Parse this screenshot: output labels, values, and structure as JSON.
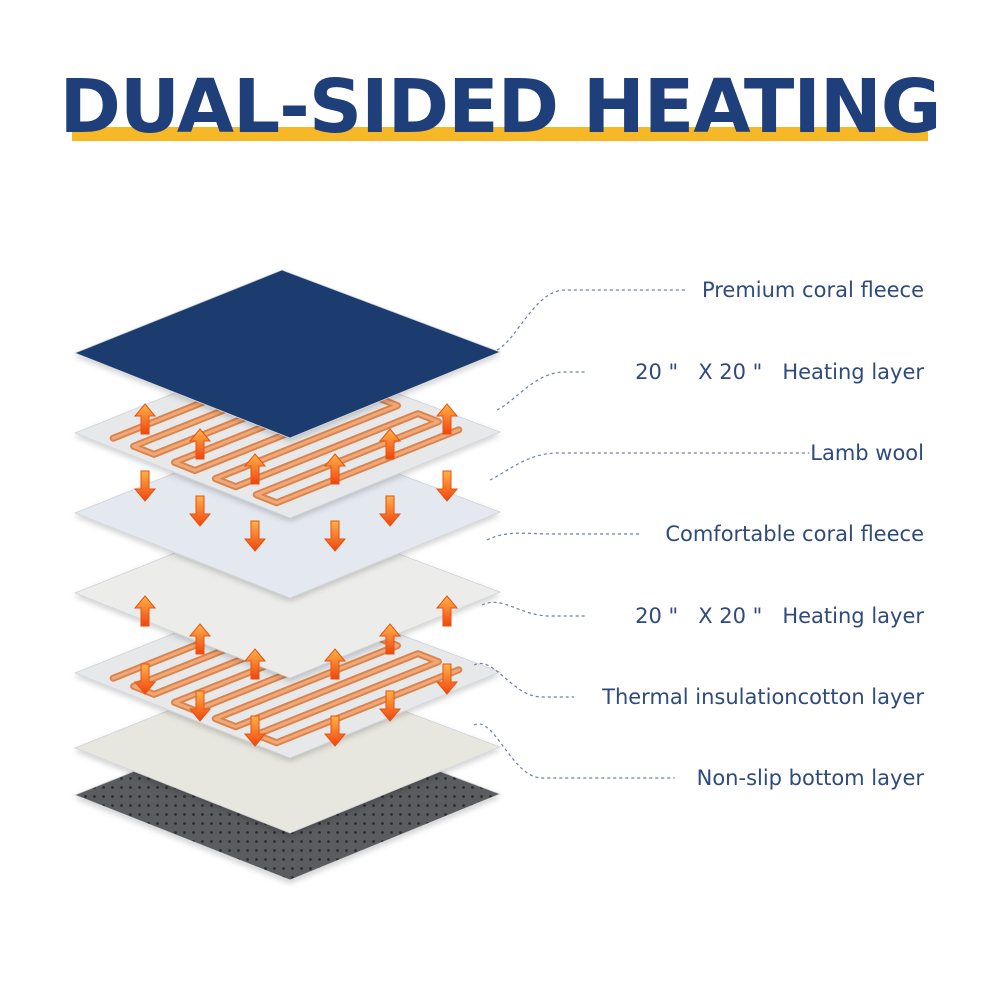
{
  "title": "DUAL-SIDED HEATING",
  "colors": {
    "title": "#1f3f7a",
    "underline": "#f6b826",
    "label_text": "#2f4a7c",
    "leader_line": "#6b7fa6",
    "heating_wire": "#e98b4a",
    "arrow": "#f26a1b"
  },
  "layers": [
    {
      "label": "Premium coral fleece",
      "fill": "#1e3a6e"
    },
    {
      "label": "20 \"   X 20 \"   Heating layer",
      "fill": "#e6e8ea"
    },
    {
      "label": "Lamb wool",
      "fill": "#e4e8ef"
    },
    {
      "label": "Comfortable coral fleece",
      "fill": "#ececeb"
    },
    {
      "label": "20 \"   X 20 \"   Heating layer",
      "fill": "#e6e8ea"
    },
    {
      "label": "Thermal insulationcotton layer",
      "fill": "#e7e7df"
    },
    {
      "label": "Non-slip bottom layer",
      "fill": "#5a5c5f"
    }
  ],
  "icons": {
    "arrow_up": "heat-arrow-up-icon",
    "arrow_down": "heat-arrow-down-icon",
    "wire": "heating-wire-icon"
  }
}
